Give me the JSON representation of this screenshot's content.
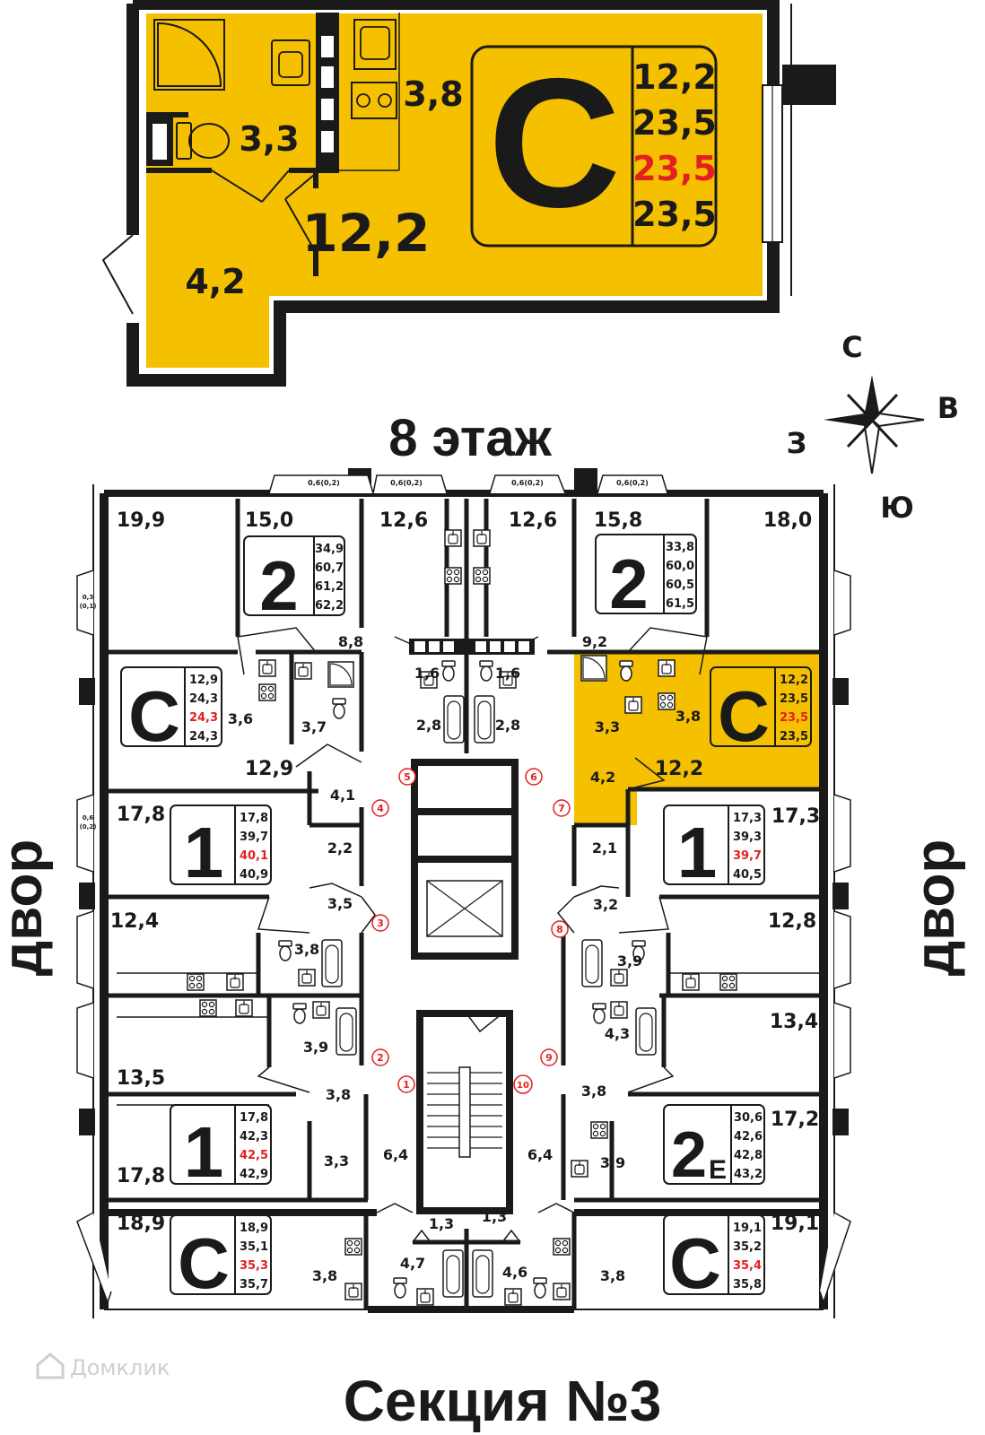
{
  "floor_title": "8 этаж",
  "section_title": "Секция №3",
  "side_left": "двор",
  "side_right": "двор",
  "watermark": "Домклик",
  "compass": {
    "n": "С",
    "e": "В",
    "s": "Ю",
    "w": "З"
  },
  "colors": {
    "highlight": "#f5c000",
    "wall": "#1a1a1a",
    "red": "#e32020",
    "watermark": "#cfcfcf"
  },
  "featured": {
    "type": "С",
    "rooms": {
      "bath": "3,3",
      "kitchen": "3,8",
      "living": "12,2",
      "hall": "4,2"
    },
    "areas": [
      "12,2",
      "23,5",
      "23,5",
      "23,5"
    ]
  },
  "balcony_labels": [
    "0,6(0,2)",
    "0,6(0,2)",
    "0,6(0,2)",
    "0,6(0,2)",
    "0,3",
    "(0,1)",
    "0,6",
    "(0,2)"
  ],
  "entrances": [
    "1",
    "2",
    "3",
    "4",
    "5",
    "6",
    "7",
    "8",
    "9",
    "10"
  ],
  "apartments": [
    {
      "type": "2",
      "areas": [
        "34,9",
        "60,7",
        "61,2",
        "62,2"
      ]
    },
    {
      "type": "2",
      "areas": [
        "33,8",
        "60,0",
        "60,5",
        "61,5"
      ]
    },
    {
      "type": "С",
      "areas": [
        "12,9",
        "24,3",
        "24,3",
        "24,3"
      ]
    },
    {
      "type": "С",
      "areas": [
        "12,2",
        "23,5",
        "23,5",
        "23,5"
      ]
    },
    {
      "type": "1",
      "areas": [
        "17,8",
        "39,7",
        "40,1",
        "40,9"
      ]
    },
    {
      "type": "1",
      "areas": [
        "17,3",
        "39,3",
        "39,7",
        "40,5"
      ]
    },
    {
      "type": "1",
      "areas": [
        "17,8",
        "42,3",
        "42,5",
        "42,9"
      ]
    },
    {
      "type": "2",
      "suffix": "Е",
      "areas": [
        "30,6",
        "42,6",
        "42,8",
        "43,2"
      ]
    },
    {
      "type": "С",
      "areas": [
        "18,9",
        "35,1",
        "35,3",
        "35,7"
      ]
    },
    {
      "type": "С",
      "areas": [
        "19,1",
        "35,2",
        "35,4",
        "35,8"
      ]
    }
  ],
  "rooms": [
    "19,9",
    "15,0",
    "12,6",
    "12,6",
    "15,8",
    "18,0",
    "8,8",
    "9,2",
    "1,6",
    "1,6",
    "2,8",
    "2,8",
    "3,6",
    "3,7",
    "12,9",
    "4,1",
    "3,3",
    "3,8",
    "4,2",
    "12,2",
    "17,8",
    "17,3",
    "2,2",
    "2,1",
    "3,5",
    "3,2",
    "12,4",
    "12,8",
    "3,8",
    "3,9",
    "13,4",
    "3,9",
    "4,3",
    "13,5",
    "3,8",
    "3,8",
    "17,2",
    "17,8",
    "3,3",
    "6,4",
    "6,4",
    "3,9",
    "18,9",
    "19,1",
    "1,3",
    "1,3",
    "3,8",
    "4,7",
    "4,6",
    "3,8"
  ]
}
